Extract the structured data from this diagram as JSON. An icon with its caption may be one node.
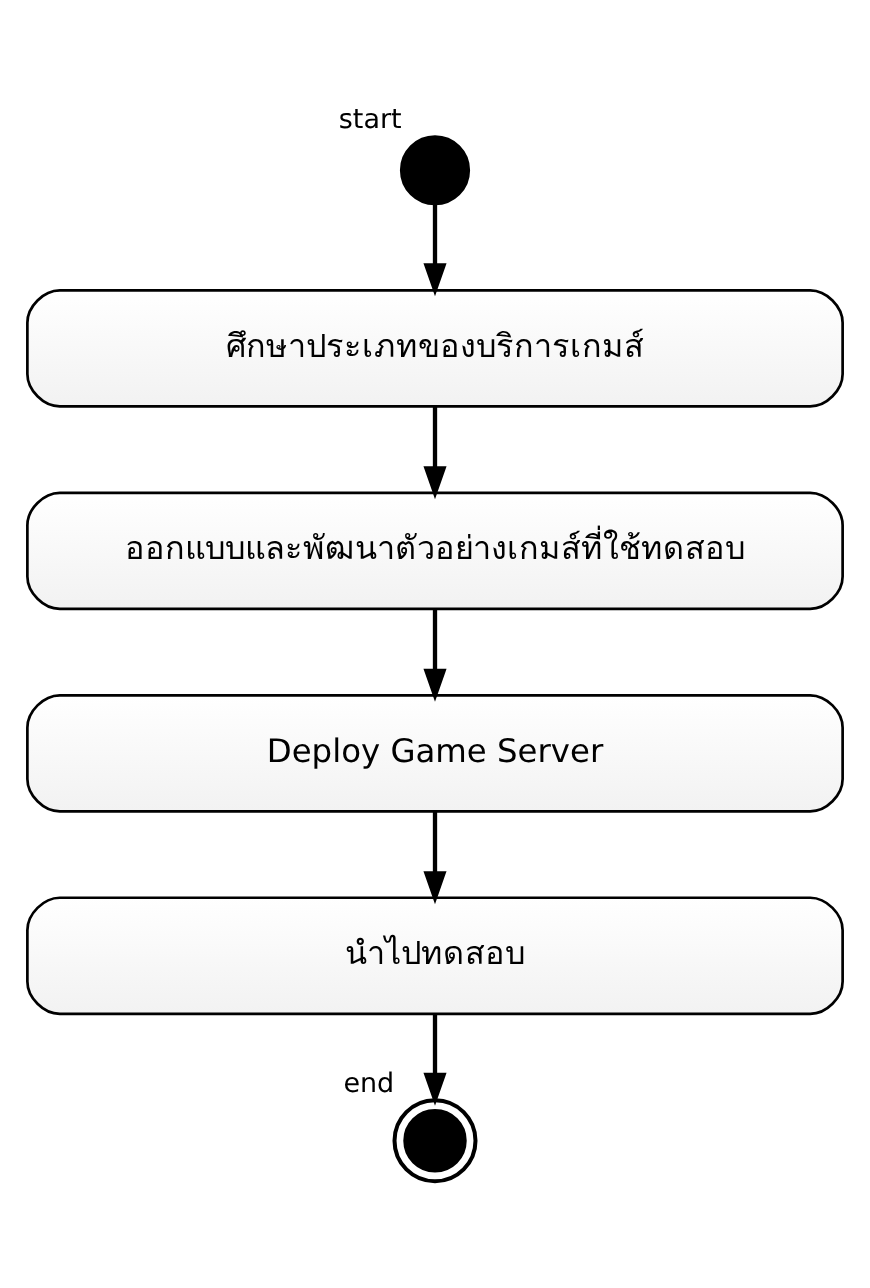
{
  "diagram": {
    "nodes": [
      {
        "text": [],
        "shape": "circle",
        "beside": [
          "start"
        ]
      },
      {
        "text": [
          "ศึกษาประเภทของบริการเกมส์"
        ]
      },
      {
        "text": [
          "ออกแบบและพัฒนาตัวอย่างเกมส์ที่ใช้ทดสอบ"
        ]
      },
      {
        "text": [
          "Deploy Game Server"
        ]
      },
      {
        "text": [
          "นำไปทดสอบ"
        ]
      },
      {
        "text": [],
        "shape": "bullseye",
        "beside": [
          "end"
        ]
      }
    ],
    "edges": [
      {
        "from": 0,
        "to": 1,
        "arrow": "to"
      },
      {
        "from": 1,
        "to": 2,
        "arrow": "to"
      },
      {
        "from": 2,
        "to": 3,
        "arrow": "to"
      },
      {
        "from": 3,
        "to": 4,
        "arrow": "to"
      },
      {
        "from": 4,
        "to": 5,
        "arrow": "to"
      }
    ]
  }
}
